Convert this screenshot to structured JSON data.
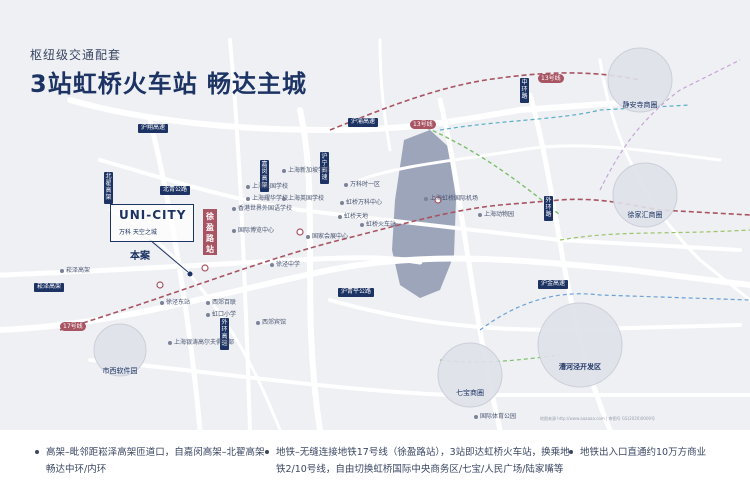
{
  "header": {
    "subtitle": "枢纽级交通配套",
    "title": "3站虹桥火车站 畅达主城"
  },
  "project": {
    "name": "UNI-CITY",
    "subname": "万科 天空之城",
    "tag": "本案",
    "station_banner": "徐盈路站"
  },
  "roads": {
    "expressway_1": "沪翔高速",
    "expressway_2": "北青公路",
    "expressway_3": "崧泽高架",
    "expressway_4": "北翟高架",
    "expressway_5": "沪青平公路",
    "expressway_6": "沪渝高速",
    "expressway_7": "沪宁高速",
    "expressway_8": "嘉闵高架",
    "expressway_9": "中环路",
    "expressway_10": "外环路",
    "expressway_11": "沪金高速",
    "expressway_12": "外环高速"
  },
  "metro_lines": {
    "line_13": "13号线",
    "line_17": "17号线",
    "line_13_b": "13号线"
  },
  "districts": {
    "jingan": "静安寺商圈",
    "xujiahui": "徐家汇商圈",
    "qibao": "七宝商圈",
    "caohejing": "漕河泾开发区",
    "songjiang": "市西软件园"
  },
  "places": {
    "p1": "上海新加坡学校",
    "p2": "上海美国学校",
    "p3": "上海耀华学校",
    "p4": "香港世界外国语学校",
    "p5": "上海英国学校",
    "p6": "上海虹桥国际机场",
    "p7": "万科时一区",
    "p8": "虹桥万科中心",
    "p9": "虹桥天地",
    "p10": "虹桥火车站",
    "p11": "国家会展中心",
    "p12": "上海动物园",
    "p13": "国际博览中心",
    "p14": "徐泾中学",
    "p15": "西郊宾馆",
    "p16": "上海银涛高尔夫俱乐部",
    "p17": "西郊百联",
    "p18": "国际体育公园",
    "p19": "虹口小学",
    "p20": "徐泾东站",
    "p21": "崧泽高架"
  },
  "copyright": "地图来源 http://www.aaaaaa.com | 审图号 GS(2020)0000号",
  "footer": {
    "item1_line1": "高架–毗邻距崧泽高架匝道口，自嘉闵高架–北翟高架",
    "item1_line2": "畅达中环/内环",
    "item2_line1": "地铁–无缝连接地铁17号线（徐盈路站），3站即达虹桥火车站，换乘地",
    "item2_line2": "铁2/10号线，自由切换虹桥国际中央商务区/七宝/人民广场/陆家嘴等",
    "item3_line1": "地铁出入口直通约10万方商业"
  },
  "colors": {
    "brand_navy": "#1c3364",
    "metro_red": "#a85463",
    "road_white": "#ffffff",
    "map_bg": "#eef0f3",
    "district_circle": "#c9ccd6"
  }
}
